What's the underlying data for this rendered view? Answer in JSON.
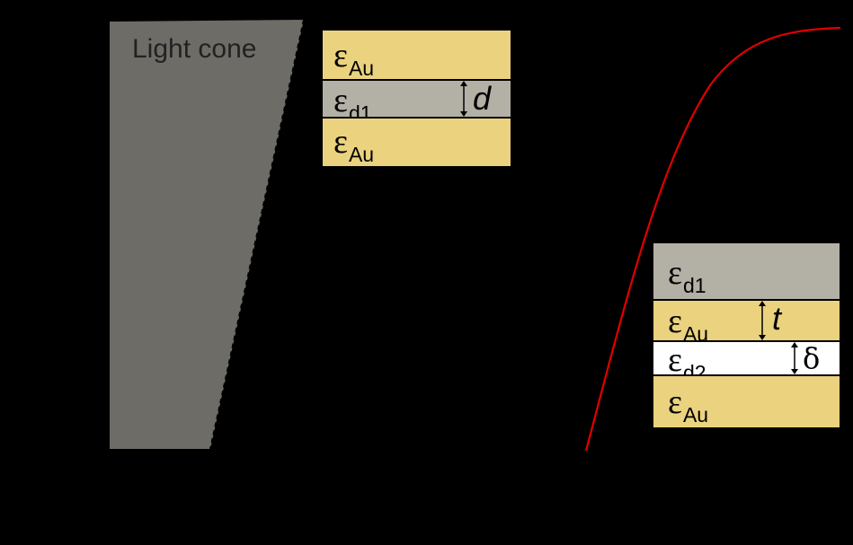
{
  "light_cone": {
    "label": "Light cone"
  },
  "inset_top": {
    "layers": [
      {
        "symbol": "ε",
        "subscript": "Au"
      },
      {
        "symbol": "ε",
        "subscript": "d1"
      },
      {
        "symbol": "ε",
        "subscript": "Au"
      }
    ],
    "thickness_label": "d"
  },
  "inset_bottom": {
    "layers": [
      {
        "symbol": "ε",
        "subscript": "d1"
      },
      {
        "symbol": "ε",
        "subscript": "Au"
      },
      {
        "symbol": "ε",
        "subscript": "d2"
      },
      {
        "symbol": "ε",
        "subscript": "Au"
      }
    ],
    "thickness_label_metal": "t",
    "thickness_label_gap": "δ"
  },
  "colors": {
    "background": "#000000",
    "light_cone": "#6e6c66",
    "gold": "#ead27f",
    "dielectric": "#b3b0a6",
    "gap_dielectric": "#ffffff",
    "dispersion_curve": "#e00000"
  }
}
